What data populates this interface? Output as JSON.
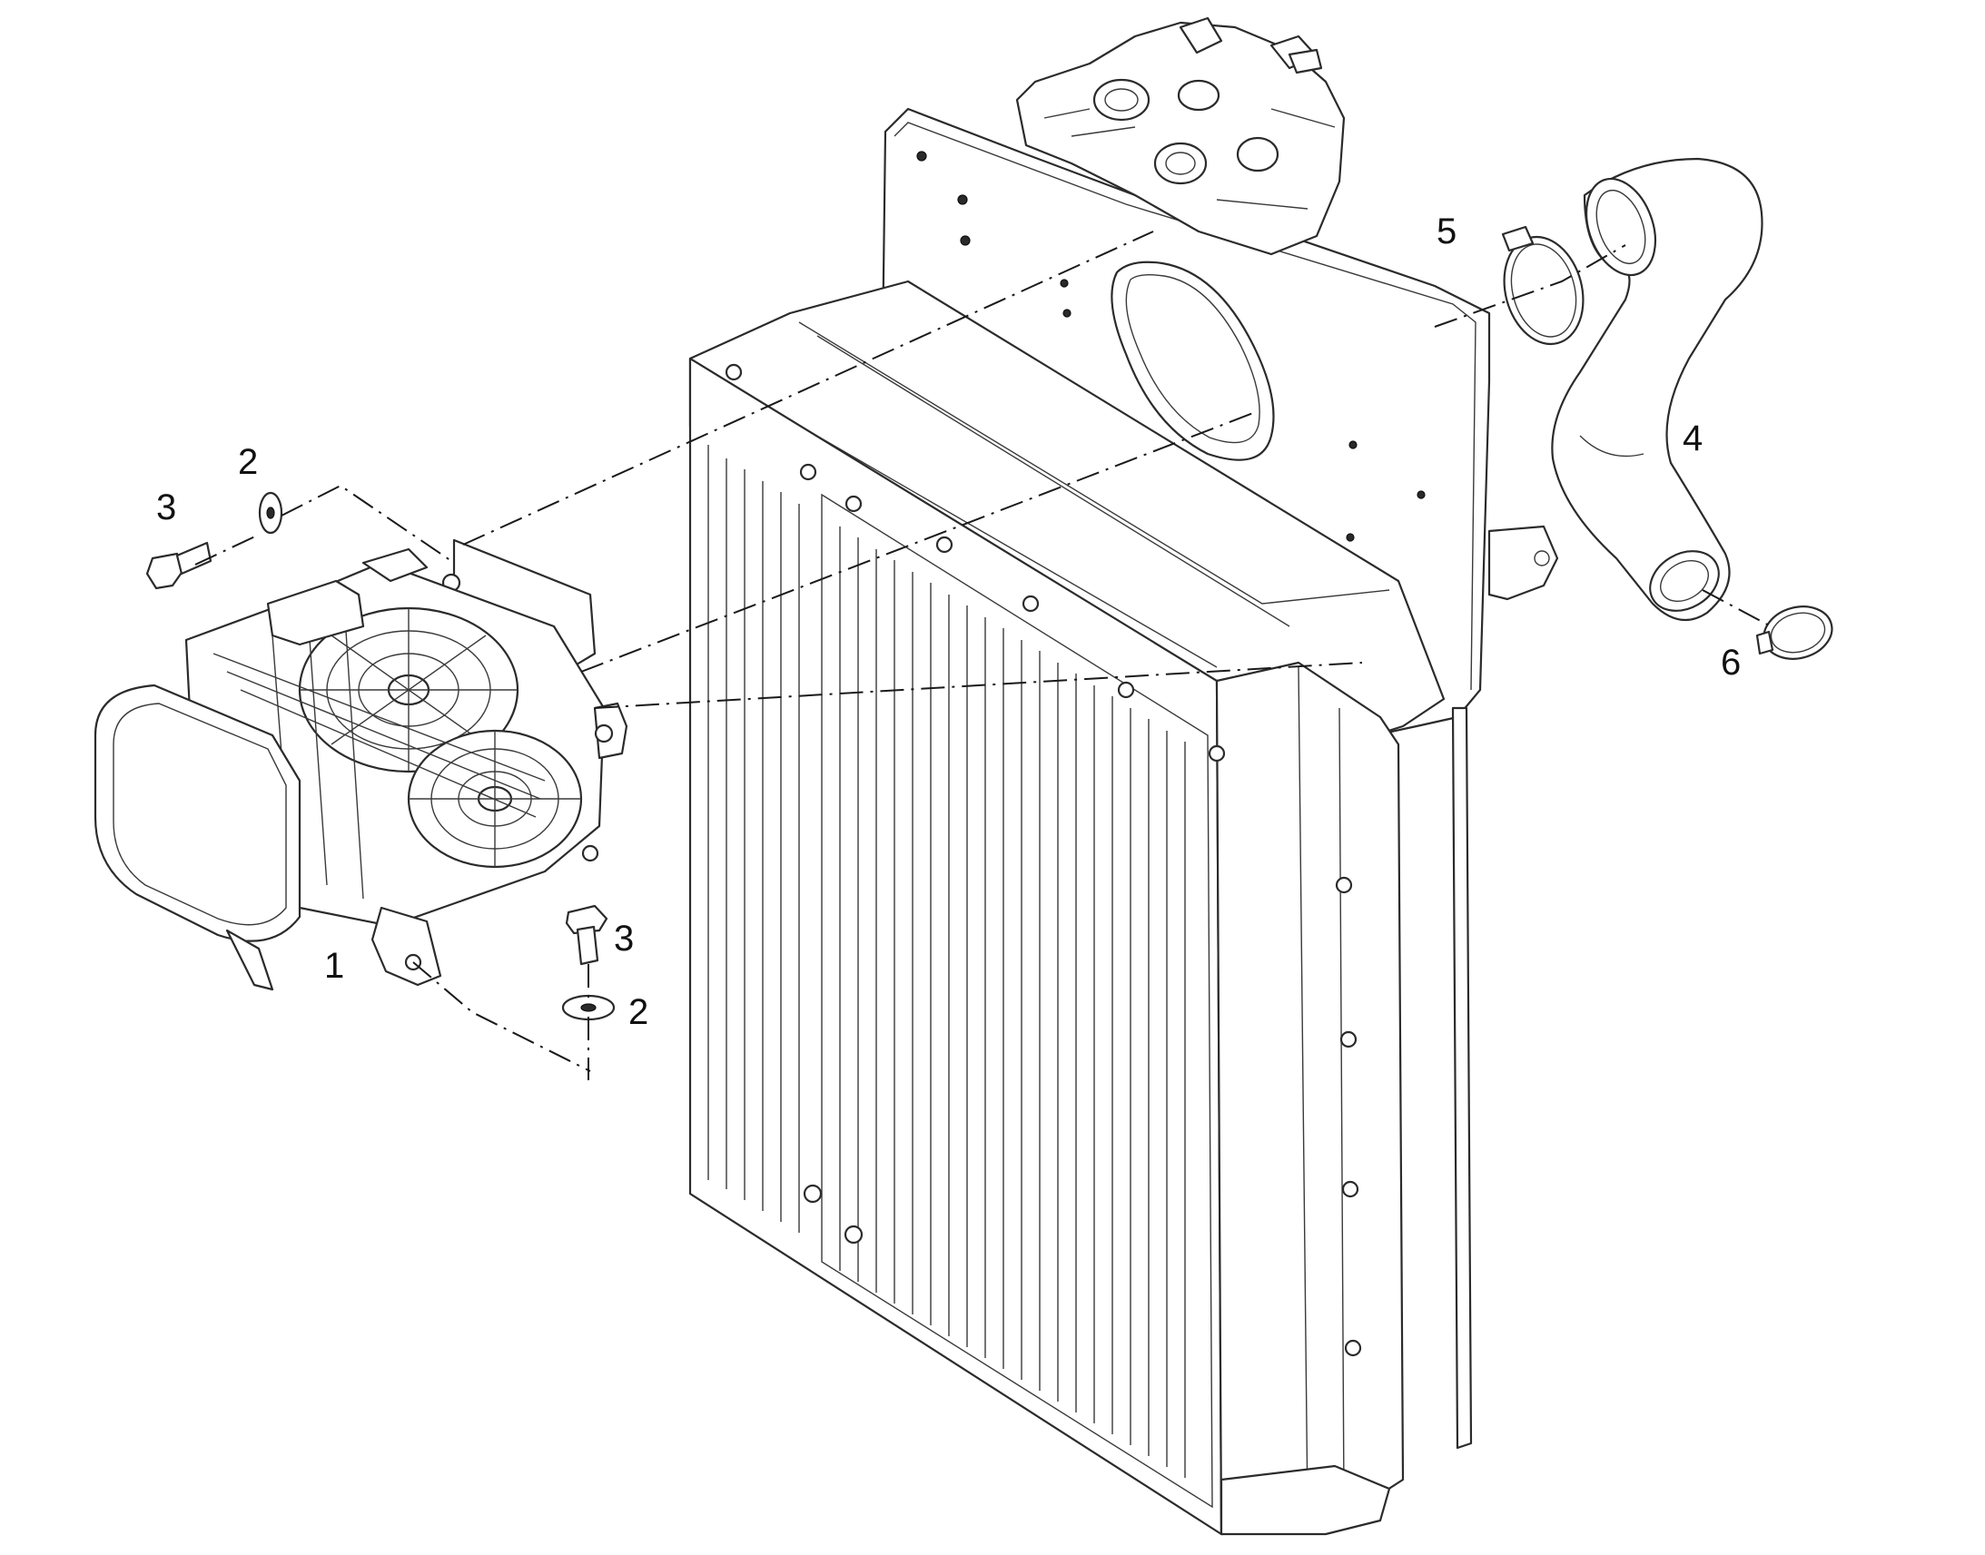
{
  "callouts": {
    "part_1": "1",
    "part_2_upper": "2",
    "part_2_lower": "2",
    "part_3_upper": "3",
    "part_3_lower": "3",
    "part_4": "4",
    "part_5": "5",
    "part_6": "6"
  }
}
